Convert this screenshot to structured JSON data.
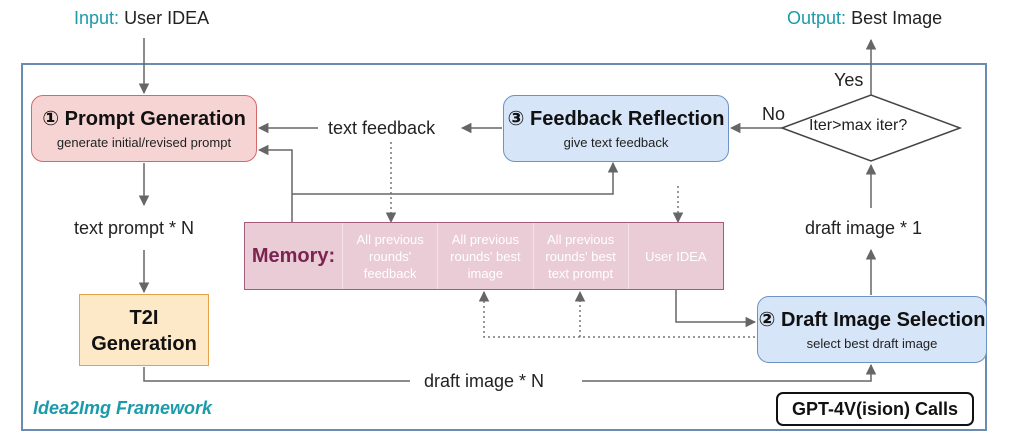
{
  "input": {
    "label": "Input:",
    "value": "User IDEA"
  },
  "output": {
    "label": "Output:",
    "value": "Best Image"
  },
  "prompt_generation": {
    "title": "① Prompt Generation",
    "subtitle": "generate initial/revised prompt"
  },
  "feedback_reflection": {
    "title": "③ Feedback Reflection",
    "subtitle": "give text feedback"
  },
  "draft_selection": {
    "title": "② Draft Image Selection",
    "subtitle": "select best draft image"
  },
  "t2i": {
    "line1": "T2I",
    "line2": "Generation"
  },
  "decision": {
    "label": "Iter>max iter?",
    "yes": "Yes",
    "no": "No"
  },
  "flow_labels": {
    "text_feedback": "text feedback",
    "text_prompt": "text prompt * N",
    "draft_image_n": "draft image * N",
    "draft_image_1": "draft image * 1"
  },
  "memory": {
    "label": "Memory:",
    "cells": [
      [
        "All previous",
        "rounds'",
        "feedback"
      ],
      [
        "All previous",
        "rounds' best",
        "image"
      ],
      [
        "All previous",
        "rounds' best",
        "text prompt"
      ],
      [
        "User IDEA"
      ]
    ]
  },
  "framework_label": "Idea2Img Framework",
  "legend": "GPT-4V(ision) Calls",
  "colors": {
    "frame": "#6a8cb0",
    "teal": "#1b9aaa",
    "prompt_fill": "#f7d4d4",
    "blue_fill": "#d6e5f7",
    "t2i_fill": "#fde8c8",
    "memory_fill": "#e9ccd6",
    "memory_text": "#7b2450",
    "arrow": "#666666"
  }
}
